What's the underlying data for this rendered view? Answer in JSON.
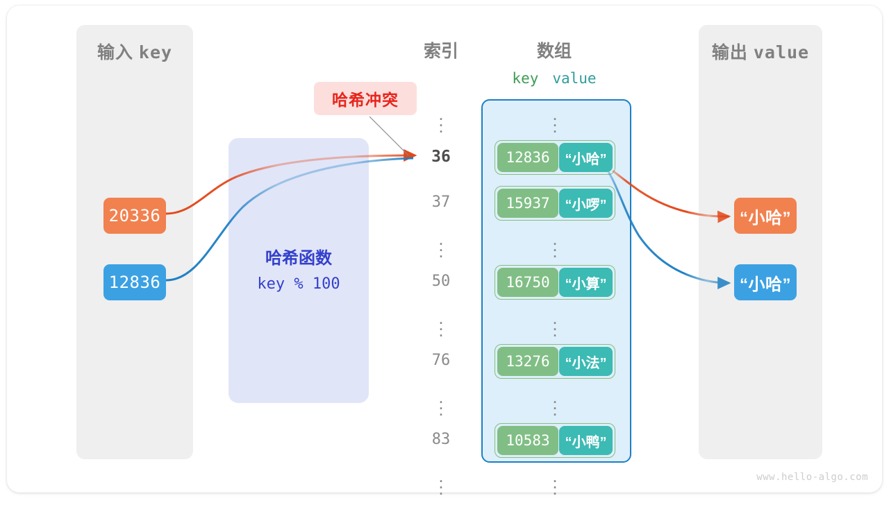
{
  "panels": {
    "input": {
      "title_cn": "输入",
      "title_mono": "key"
    },
    "output": {
      "title_cn": "输出",
      "title_mono": "value"
    }
  },
  "headers": {
    "index": "索引",
    "array": "数组",
    "key": "key",
    "value": "value"
  },
  "inputs": [
    {
      "label": "20336",
      "color": "#f1814f"
    },
    {
      "label": "12836",
      "color": "#3ba1e3"
    }
  ],
  "outputs": [
    {
      "label": "“小哈”",
      "color": "#f1814f"
    },
    {
      "label": "“小哈”",
      "color": "#3ba1e3"
    }
  ],
  "hash_function": {
    "title": "哈希函数",
    "expression": "key % 100",
    "bg_color": "#e1e5f8",
    "text_color": "#3340cc"
  },
  "collision": {
    "label": "哈希冲突",
    "bg_color": "#fcdfdd",
    "text_color": "#e8241b"
  },
  "array": {
    "border_color": "#1b7fc4",
    "bg_color": "#ddeffa",
    "key_color": "#80be85",
    "value_color": "#3cbab4",
    "rows": [
      {
        "type": "dots"
      },
      {
        "type": "entry",
        "index": "36",
        "key": "12836",
        "value": "“小哈”",
        "highlight": true
      },
      {
        "type": "entry",
        "index": "37",
        "key": "15937",
        "value": "“小啰”",
        "highlight": false
      },
      {
        "type": "dots"
      },
      {
        "type": "entry",
        "index": "50",
        "key": "16750",
        "value": "“小算”",
        "highlight": false
      },
      {
        "type": "dots"
      },
      {
        "type": "entry",
        "index": "76",
        "key": "13276",
        "value": "“小法”",
        "highlight": false
      },
      {
        "type": "dots"
      },
      {
        "type": "entry",
        "index": "83",
        "key": "10583",
        "value": "“小鸭”",
        "highlight": false
      },
      {
        "type": "dots"
      }
    ]
  },
  "watermark": "www.hello-algo.com",
  "dots_glyph": "⋮"
}
